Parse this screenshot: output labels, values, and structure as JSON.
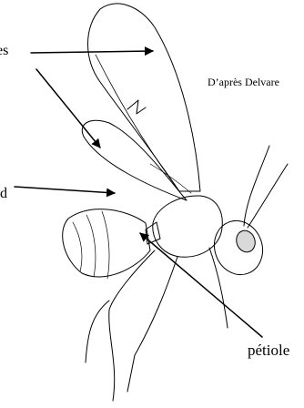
{
  "labels": {
    "wings": "es",
    "abdomen": "d",
    "petiole": "pétiole"
  },
  "credit": "D’après Delvare",
  "colors": {
    "ink": "#000000",
    "background": "#ffffff"
  }
}
